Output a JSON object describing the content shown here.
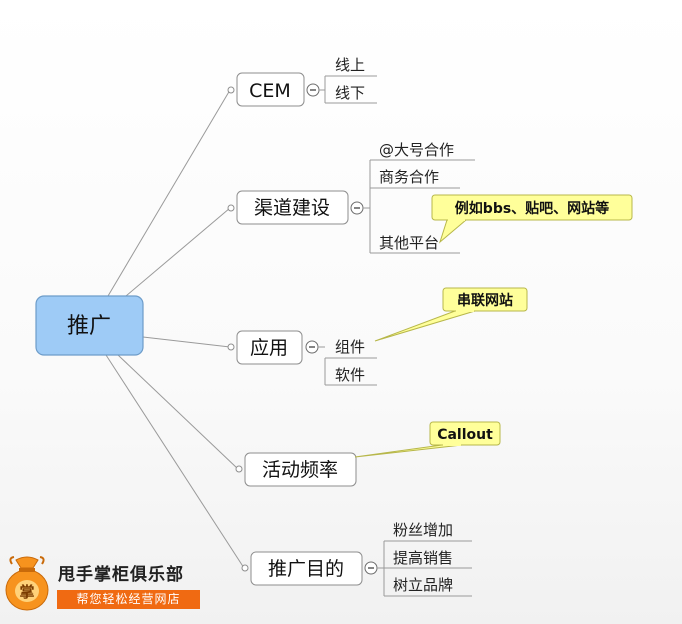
{
  "root": {
    "label": "推广"
  },
  "branches": [
    {
      "label": "CEM",
      "children": [
        "线上",
        "线下"
      ]
    },
    {
      "label": "渠道建设",
      "children": [
        "@大号合作",
        "商务合作",
        "其他平台"
      ]
    },
    {
      "label": "应用",
      "children": [
        "组件",
        "软件"
      ]
    },
    {
      "label": "活动频率",
      "children": []
    },
    {
      "label": "推广目的",
      "children": [
        "粉丝增加",
        "提高销售",
        "树立品牌"
      ]
    }
  ],
  "callouts": [
    {
      "label": "例如bbs、贴吧、网站等",
      "attached_to": "其他平台"
    },
    {
      "label": "串联网站",
      "attached_to": "组件"
    },
    {
      "label": "Callout",
      "attached_to": "活动频率"
    }
  ],
  "logo": {
    "title": "甩手掌柜俱乐部",
    "subtitle": "帮您轻松经营网店",
    "badge": "掌",
    "colors": {
      "accent": "#f06a12",
      "bag": "#f7931e"
    }
  },
  "colors": {
    "root_fill": "#9ecbf6",
    "callout_fill": "#ffff9a",
    "line": "#9a9a9a"
  }
}
